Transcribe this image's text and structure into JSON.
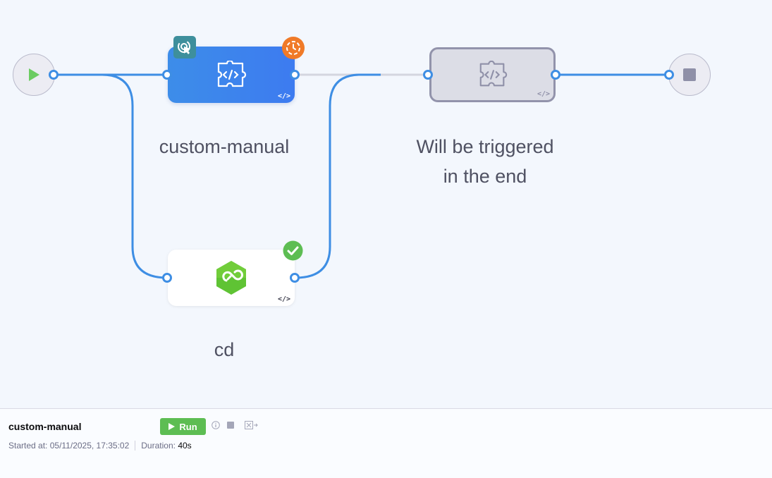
{
  "canvas": {
    "stages": [
      {
        "label": "custom-manual",
        "icon": "code-puzzle-icon",
        "status": "running"
      },
      {
        "label": "cd",
        "icon": "cd-infinity-icon",
        "status": "success"
      },
      {
        "label_lines": [
          "Will be triggered",
          "in the end"
        ],
        "icon": "code-puzzle-icon",
        "status": "pending"
      }
    ],
    "start_icon": "play-icon",
    "end_icon": "stop-icon",
    "code_tag": "</>"
  },
  "footer": {
    "pipeline_name": "custom-manual",
    "run_label": "Run",
    "started_label": "Started at:",
    "started_value": "05/11/2025, 17:35:02",
    "duration_label": "Duration:",
    "duration_value": "40s"
  },
  "colors": {
    "accent_blue": "#3e8ee4",
    "success_green": "#5dbd53",
    "running_orange": "#f07a28",
    "manual_teal": "#3e8f9c",
    "pending_gray": "#9293ab"
  }
}
